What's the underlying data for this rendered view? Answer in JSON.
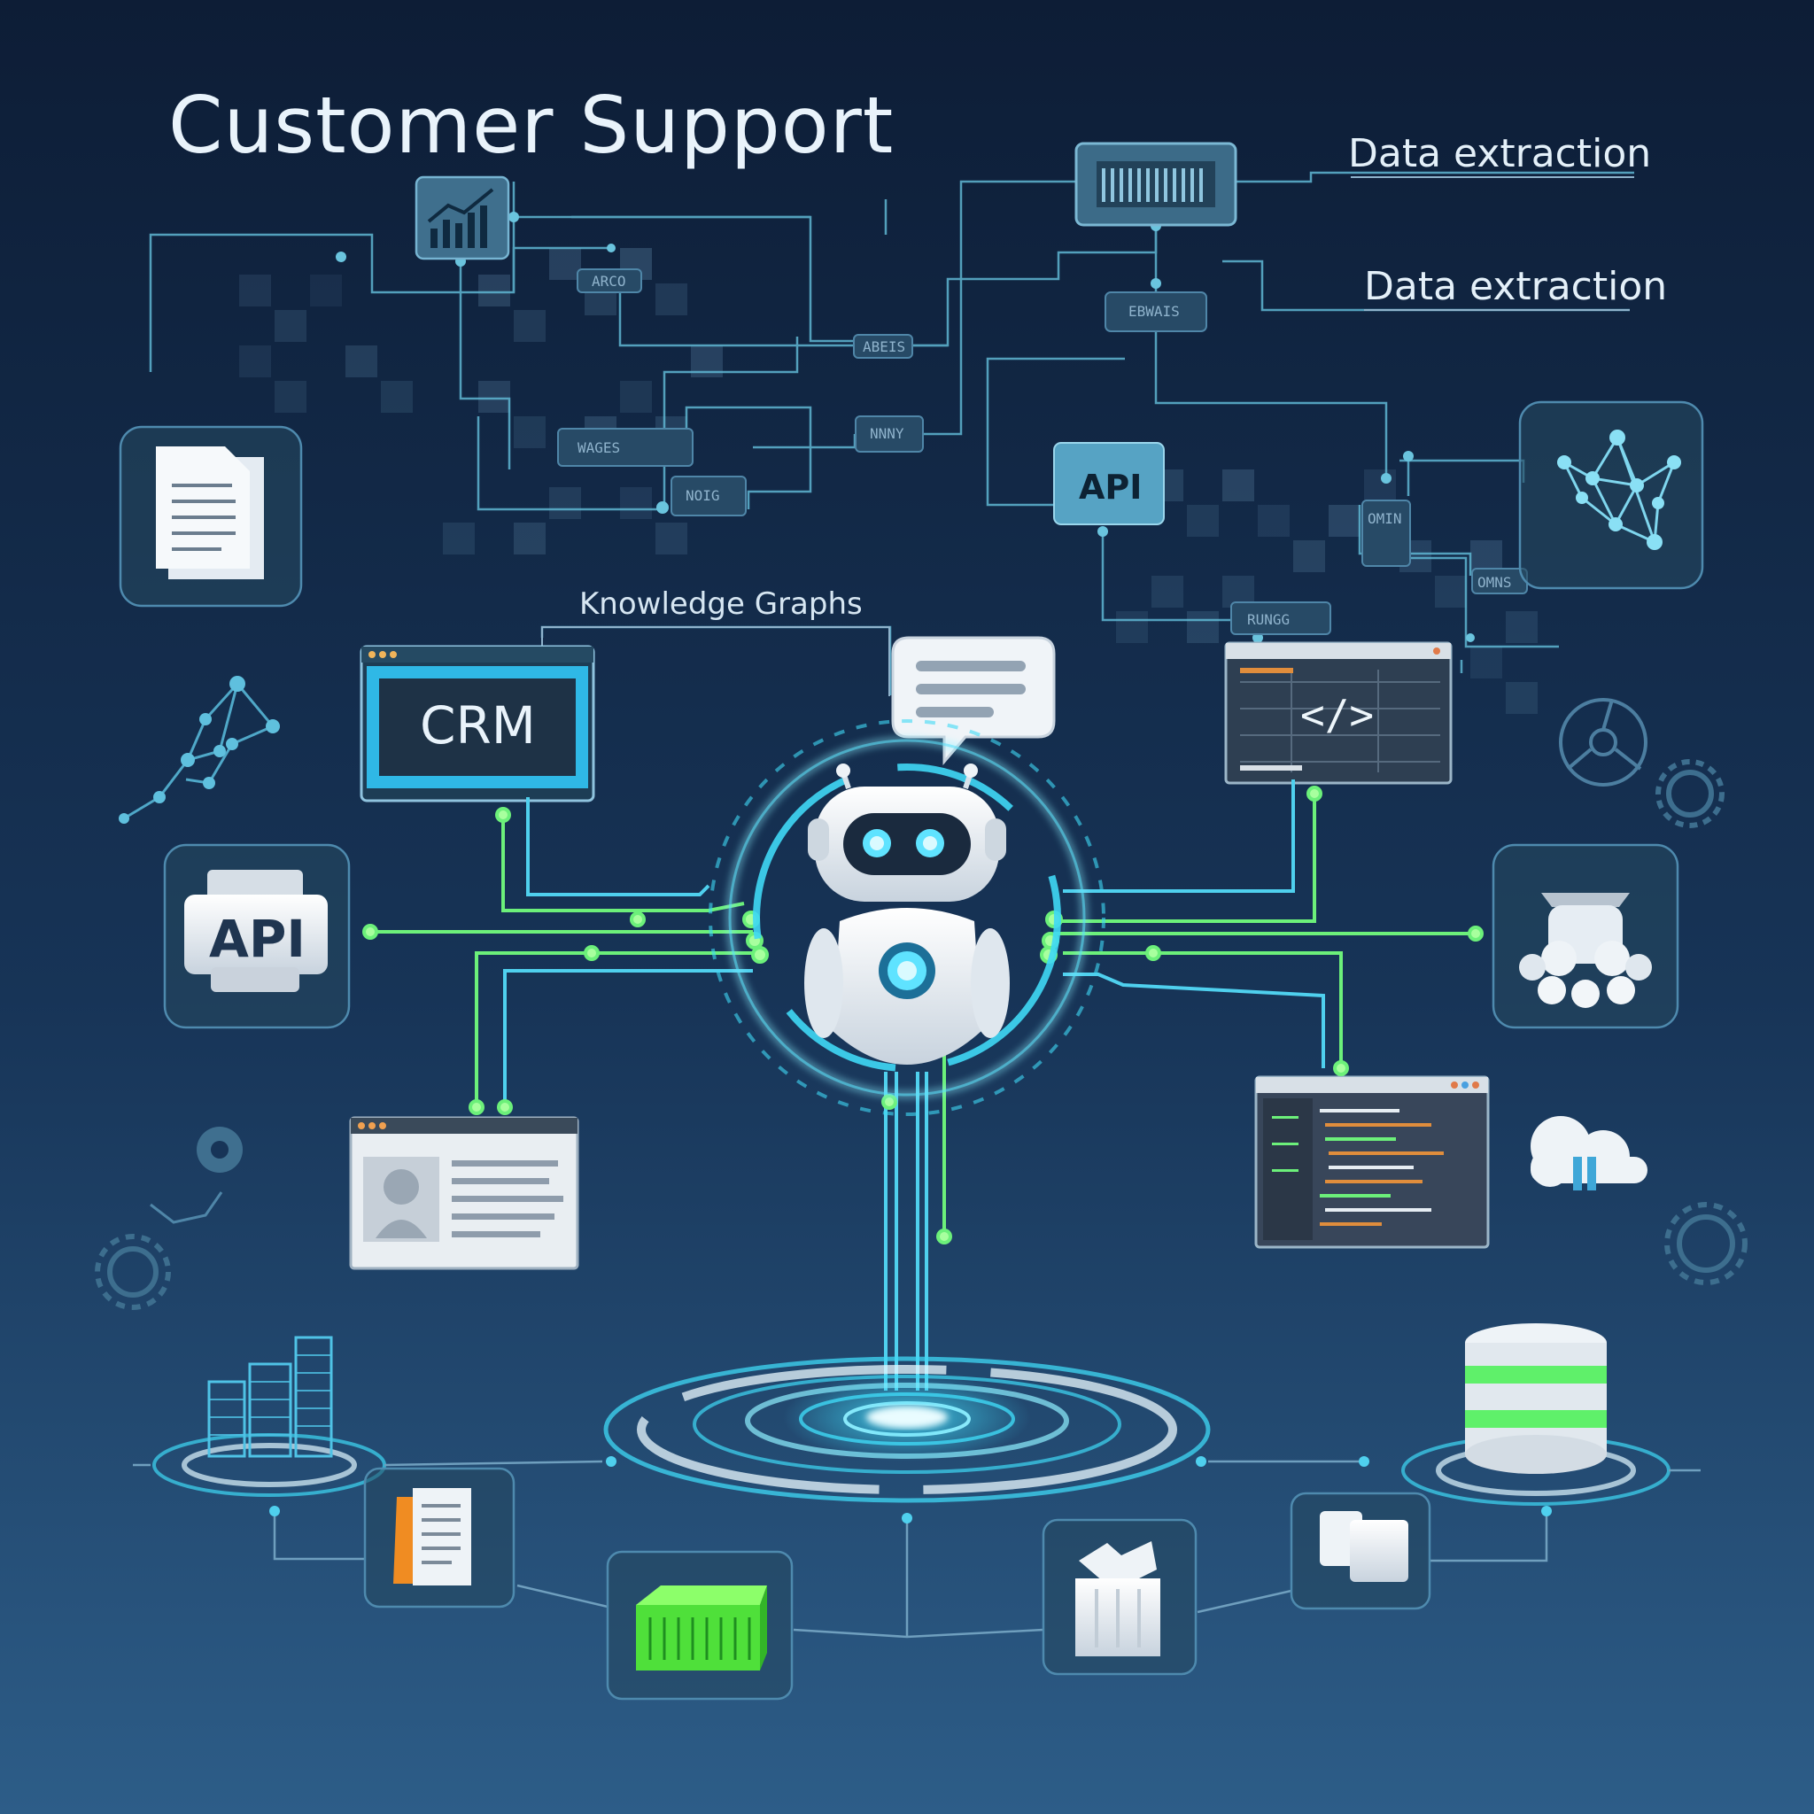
{
  "title": "Customer Support",
  "labels": {
    "data_extraction_1": "Data extraction",
    "data_extraction_2": "Data extraction",
    "knowledge_graphs": "Knowledge Graphs",
    "crm": "CRM",
    "api_top": "API",
    "api_left": "API",
    "code_tag": "</>"
  },
  "small_tags": [
    "ARCO",
    "ABEIS",
    "WAGES",
    "NOIG",
    "NNNY",
    "EBWAIS",
    "OMIN",
    "OMNS",
    "RUNGG"
  ],
  "icons": [
    "chart-icon",
    "barcode-icon",
    "document-icon",
    "network-graph-icon",
    "chat-bubble-icon",
    "robot-icon",
    "code-window-icon",
    "user-profile-icon",
    "people-icon",
    "cloud-icon",
    "database-icon",
    "gear-icon",
    "cube-icon",
    "box-icon",
    "folder-icon",
    "building-icon"
  ],
  "colors": {
    "background_top": "#0d1d36",
    "background_bottom": "#2d5d88",
    "accent_cyan": "#3fd8f5",
    "accent_green": "#6cf07a",
    "panel": "#31566f",
    "ink": "#e9f3fb"
  }
}
